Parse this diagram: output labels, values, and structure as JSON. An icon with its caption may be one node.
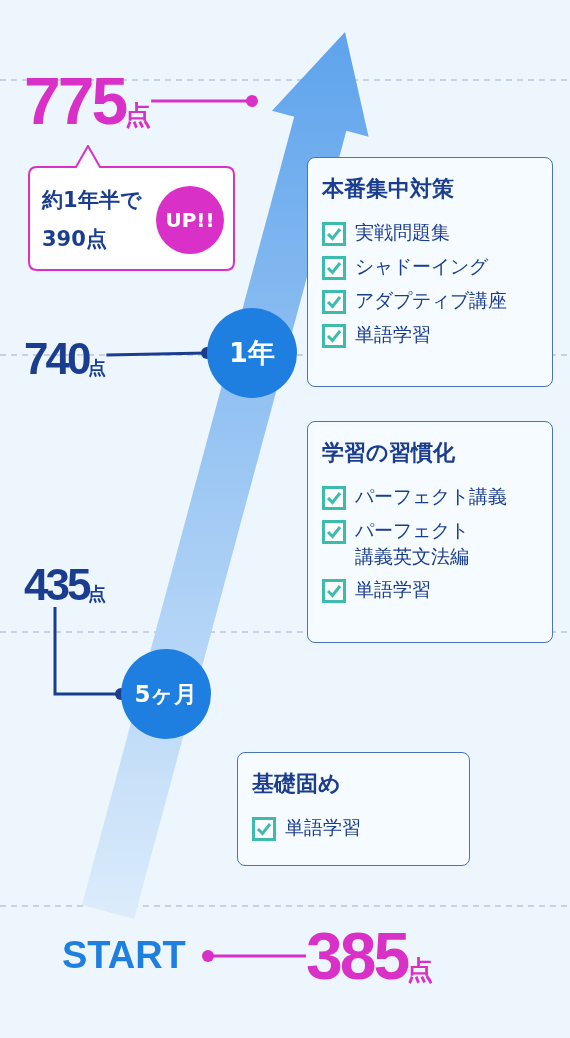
{
  "diagram": {
    "nodes": [
      {
        "text": [
          "775点"
        ]
      },
      {
        "text": [
          "約1年半で 390点"
        ]
      },
      {
        "text": [
          "UP!!"
        ],
        "in": 1
      },
      {
        "text": [
          "740点"
        ]
      },
      {
        "text": [
          "1年"
        ]
      },
      {
        "text": [
          "本番集中対策",
          "実戦問題集",
          "シャドーイング",
          "アダプティブ講座",
          "単語学習"
        ]
      },
      {
        "text": [
          "学習の習慣化",
          "パーフェクト講義",
          "パーフェクト講義英文法編",
          "単語学習"
        ]
      },
      {
        "text": [
          "435点"
        ]
      },
      {
        "text": [
          "5ヶ月"
        ]
      },
      {
        "text": [
          "基礎固め",
          "単語学習"
        ]
      },
      {
        "text": [
          "START"
        ]
      },
      {
        "text": [
          "385点"
        ]
      }
    ],
    "edges": [
      {
        "from": 0,
        "to": null,
        "arrow": "other",
        "color": "#d930c8"
      },
      {
        "from": 3,
        "to": 4,
        "arrow": "other",
        "color": "#1a3d8f"
      },
      {
        "from": 7,
        "to": 8,
        "arrow": "other",
        "color": "#1a3d8f"
      },
      {
        "from": 11,
        "to": 10,
        "arrow": "other",
        "color": "#d930c8"
      }
    ]
  }
}
